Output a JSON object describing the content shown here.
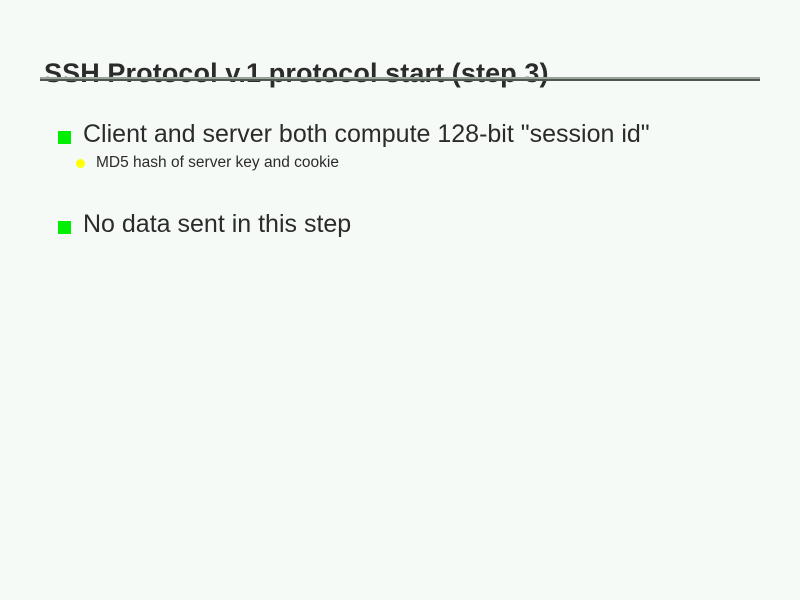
{
  "slide": {
    "title": "SSH Protocol v.1 protocol start (step 3)",
    "background_color": "#f5faf6",
    "text_color": "#2b2b2b",
    "rule_color_light": "#9aa39a",
    "rule_color_dark": "#4f554f",
    "bullets": [
      {
        "level": 1,
        "marker": "green-square-bullet",
        "marker_color": "#00ee00",
        "text": "Client and server both compute 128-bit \"session id\""
      },
      {
        "level": 2,
        "marker": "yellow-dot-bullet",
        "marker_color": "#ffff00",
        "text": "MD5 hash of server key and cookie"
      },
      {
        "level": 1,
        "marker": "green-square-bullet",
        "marker_color": "#00ee00",
        "text": "No data sent in this step"
      }
    ]
  }
}
